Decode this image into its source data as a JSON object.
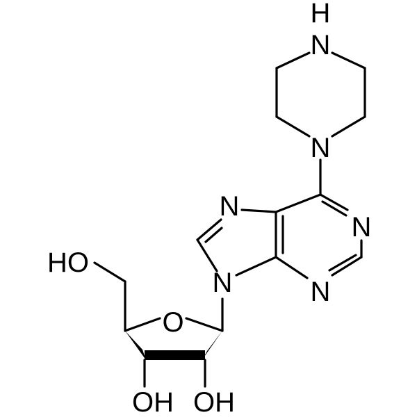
{
  "molecule": {
    "atoms": {
      "piperazine_nh": "H",
      "piperazine_n_top": "N",
      "piperazine_n_bottom": "N",
      "imidazole_n7": "N",
      "pyrimidine_n1": "N",
      "pyrimidine_n3": "N",
      "imidazole_n9": "N",
      "ribose_o": "O",
      "ho_5prime": "HO",
      "oh_3prime": "OH",
      "oh_2prime": "OH"
    },
    "colors": {
      "bond": "#000000",
      "label": "#000000",
      "background": "#ffffff"
    }
  }
}
